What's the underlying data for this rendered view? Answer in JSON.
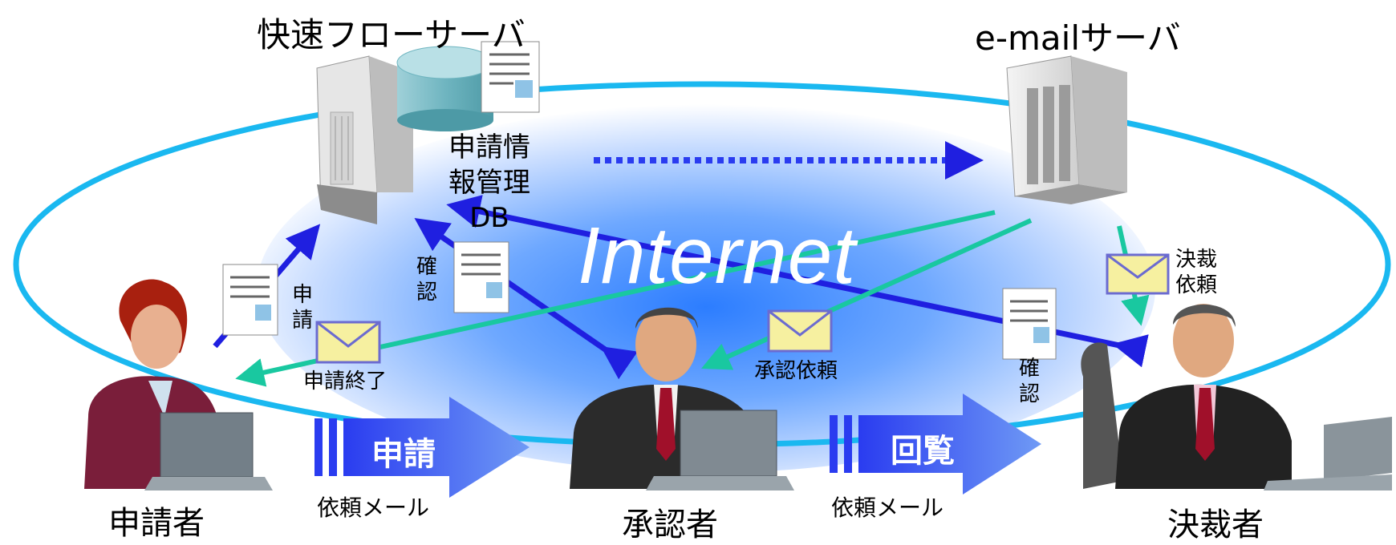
{
  "servers": {
    "flow_server": "快速フローサーバ",
    "mail_server": "e‐mailサーバ",
    "db_label": "申請情報管理DB"
  },
  "network": {
    "label": "Internet"
  },
  "people": {
    "applicant": "申請者",
    "approver": "承認者",
    "decider": "決裁者"
  },
  "flows": {
    "apply": "申請",
    "confirm_1": "確認",
    "confirm_2": "確認",
    "apply_done": "申請終了",
    "approval_request": "承認依頼",
    "decision_request": "決裁依頼"
  },
  "steps": [
    {
      "label": "申請",
      "caption": "依頼メール"
    },
    {
      "label": "回覧",
      "caption": "依頼メール"
    }
  ],
  "colors": {
    "ellipse": "#1ab8f0",
    "blue_arrow": "#1f1fe0",
    "green_arrow": "#19c8a0",
    "step_arrow": "#2f5cf0"
  }
}
